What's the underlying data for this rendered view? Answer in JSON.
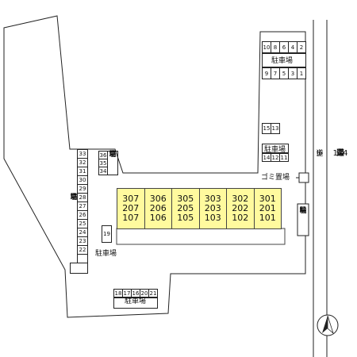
{
  "labels": {
    "parking": "駐車場",
    "parking_chars": [
      "駐",
      "車",
      "場"
    ],
    "bicycle_chars": [
      "駐",
      "輪",
      "場"
    ],
    "sidewalk_chars": [
      "歩",
      "道"
    ],
    "route_chars": [
      "国",
      "道",
      "124",
      "号"
    ],
    "trash": "ゴミ置場"
  },
  "buildings": [
    {
      "rooms": [
        "307",
        "207",
        "107"
      ]
    },
    {
      "rooms": [
        "306",
        "206",
        "106"
      ]
    },
    {
      "rooms": [
        "305",
        "205",
        "105"
      ]
    },
    {
      "rooms": [
        "303",
        "203",
        "103"
      ]
    },
    {
      "rooms": [
        "302",
        "202",
        "102"
      ]
    },
    {
      "rooms": [
        "301",
        "201",
        "101"
      ]
    }
  ],
  "parking_top_right": {
    "top": [
      "10",
      "8",
      "6",
      "4",
      "2"
    ],
    "bottom": [
      "9",
      "7",
      "5",
      "3",
      "1"
    ]
  },
  "parking_mid_right": {
    "top": [
      "15",
      "13"
    ],
    "bottom": [
      "14",
      "12",
      "11"
    ]
  },
  "parking_left_column": [
    "33",
    "32",
    "31",
    "30",
    "29",
    "28",
    "27",
    "26",
    "25",
    "24",
    "23",
    "22",
    ""
  ],
  "parking_small_stack": [
    "36",
    "35",
    "34"
  ],
  "parking_single": "19",
  "parking_bottom": [
    "18",
    "17",
    "16",
    "20",
    "21"
  ]
}
